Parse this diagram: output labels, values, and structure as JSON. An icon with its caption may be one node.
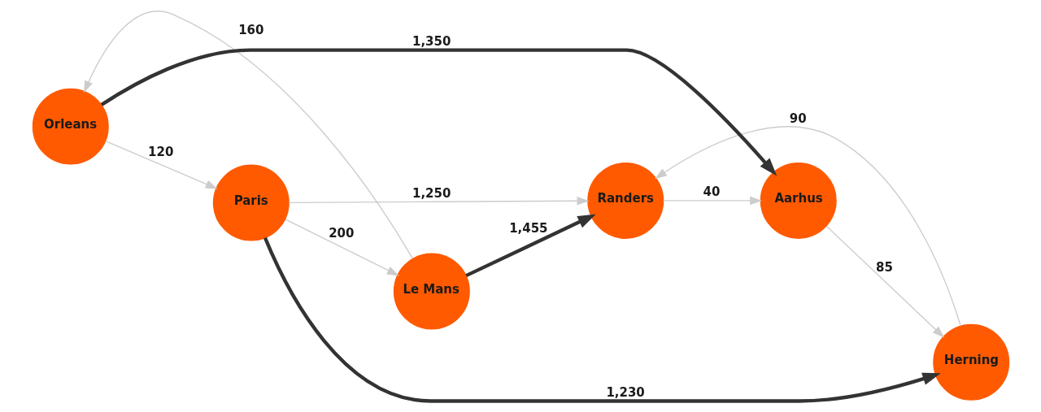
{
  "diagram": {
    "nodes": [
      {
        "text": [
          "Herning"
        ]
      },
      {
        "text": [
          "Paris"
        ]
      },
      {
        "text": [
          "Randers"
        ]
      },
      {
        "text": [
          "Le Mans"
        ]
      },
      {
        "text": [
          "Aarhus"
        ]
      },
      {
        "text": [
          "Orleans"
        ]
      }
    ],
    "edges": [
      {
        "from": 1,
        "to": 0,
        "arrow": "to",
        "label": "1,230",
        "style": "thick",
        "color": "#333333"
      },
      {
        "from": 1,
        "to": 2,
        "arrow": "to",
        "label": "1,250"
      },
      {
        "from": 1,
        "to": 3,
        "arrow": "to",
        "label": "200"
      },
      {
        "from": 5,
        "to": 1,
        "arrow": "to",
        "label": "120"
      },
      {
        "from": 3,
        "to": 5,
        "arrow": "to",
        "label": "160"
      },
      {
        "from": 3,
        "to": 2,
        "arrow": "to",
        "label": "1,455",
        "style": "thick",
        "color": "#333333"
      },
      {
        "from": 5,
        "to": 4,
        "arrow": "to",
        "label": "1,350",
        "style": "thick",
        "color": "#333333"
      },
      {
        "from": 0,
        "to": 2,
        "arrow": "to",
        "label": "90"
      },
      {
        "from": 2,
        "to": 4,
        "arrow": "to",
        "label": "40"
      },
      {
        "from": 4,
        "to": 0,
        "arrow": "to",
        "label": "85"
      }
    ]
  }
}
